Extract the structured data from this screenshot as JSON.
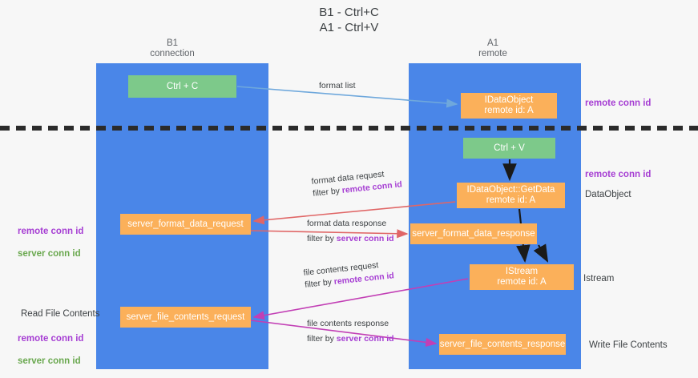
{
  "title": "B1 - Ctrl+C\nA1 - Ctrl+V",
  "columns": {
    "left": {
      "name": "B1",
      "role": "connection",
      "label": "B1\nconnection"
    },
    "right": {
      "name": "A1",
      "role": "remote",
      "label": "A1\nremote"
    }
  },
  "boxes": {
    "ctrl_c": "Ctrl + C",
    "idataobject": "IDataObject\nremote id: A",
    "ctrl_v": "Ctrl + V",
    "getdata": "IDataObject::GetData\nremote id: A",
    "server_format_data_request": "server_format_data_request",
    "server_format_data_response": "server_format_data_response",
    "istream": "IStream\nremote id: A",
    "server_file_contents_request": "server_file_contents_request",
    "server_file_contents_response": "server_file_contents_response"
  },
  "arrow_labels": {
    "format_list": {
      "line1": "format list",
      "line2": "",
      "keyword": ""
    },
    "format_data_request": {
      "line1": "format data request",
      "line2_prefix": "filter by ",
      "keyword": "remote conn id"
    },
    "format_data_response": {
      "line1": "format data response",
      "line2_prefix": "filter by ",
      "keyword": "server conn id"
    },
    "file_contents_request": {
      "line1": "file contents request",
      "line2_prefix": "filter by ",
      "keyword": "remote conn id"
    },
    "file_contents_response": {
      "line1": "file contents response",
      "line2_prefix": "filter by ",
      "keyword": "server conn id"
    }
  },
  "side_notes": {
    "right_remote_conn_id_top": "remote conn id",
    "right_remote_conn_id_mid": "remote conn id",
    "right_dataobject": "DataObject",
    "right_istream": "Istream",
    "right_write_file_contents": "Write File Contents",
    "left_remote_conn_id": "remote conn id",
    "left_server_conn_id": "server conn id",
    "left_read_file_contents": "Read File Contents",
    "left_remote_conn_id_2": "remote conn id",
    "left_server_conn_id_2": "server conn id"
  },
  "colors": {
    "lane": "#4a86e8",
    "green_box": "#7dc98a",
    "orange_box": "#fbb05a",
    "purple_text": "#a63ed3",
    "green_text": "#6aa84f",
    "arrow_blue": "#6fa8dc",
    "arrow_red": "#e06666",
    "arrow_magenta": "#c23fb5",
    "arrow_black": "#1a1a1a",
    "background": "#f7f7f7",
    "divider": "#2b2b2b"
  }
}
